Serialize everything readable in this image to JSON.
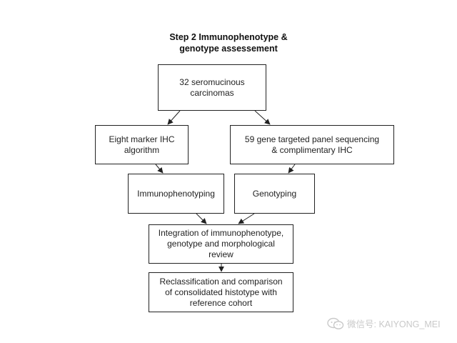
{
  "diagram": {
    "title_lines": [
      "Step 2  Immunophenotype &",
      "genotype assessement"
    ],
    "boxes": {
      "carcinomas": [
        "32 seromucinous",
        "carcinomas"
      ],
      "ihc": [
        "Eight marker IHC",
        "algorithm"
      ],
      "panel": [
        "59 gene targeted panel sequencing",
        "& complimentary IHC"
      ],
      "immuno": [
        "Immunophenotyping"
      ],
      "geno": [
        "Genotyping"
      ],
      "integration": [
        "Integration of immunophenotype,",
        "genotype and morphological",
        "review"
      ],
      "reclassification": [
        "Reclassification and comparison",
        "of consolidated histotype with",
        "reference cohort"
      ]
    }
  },
  "watermark": {
    "text": "微信号: KAIYONG_MEI"
  }
}
